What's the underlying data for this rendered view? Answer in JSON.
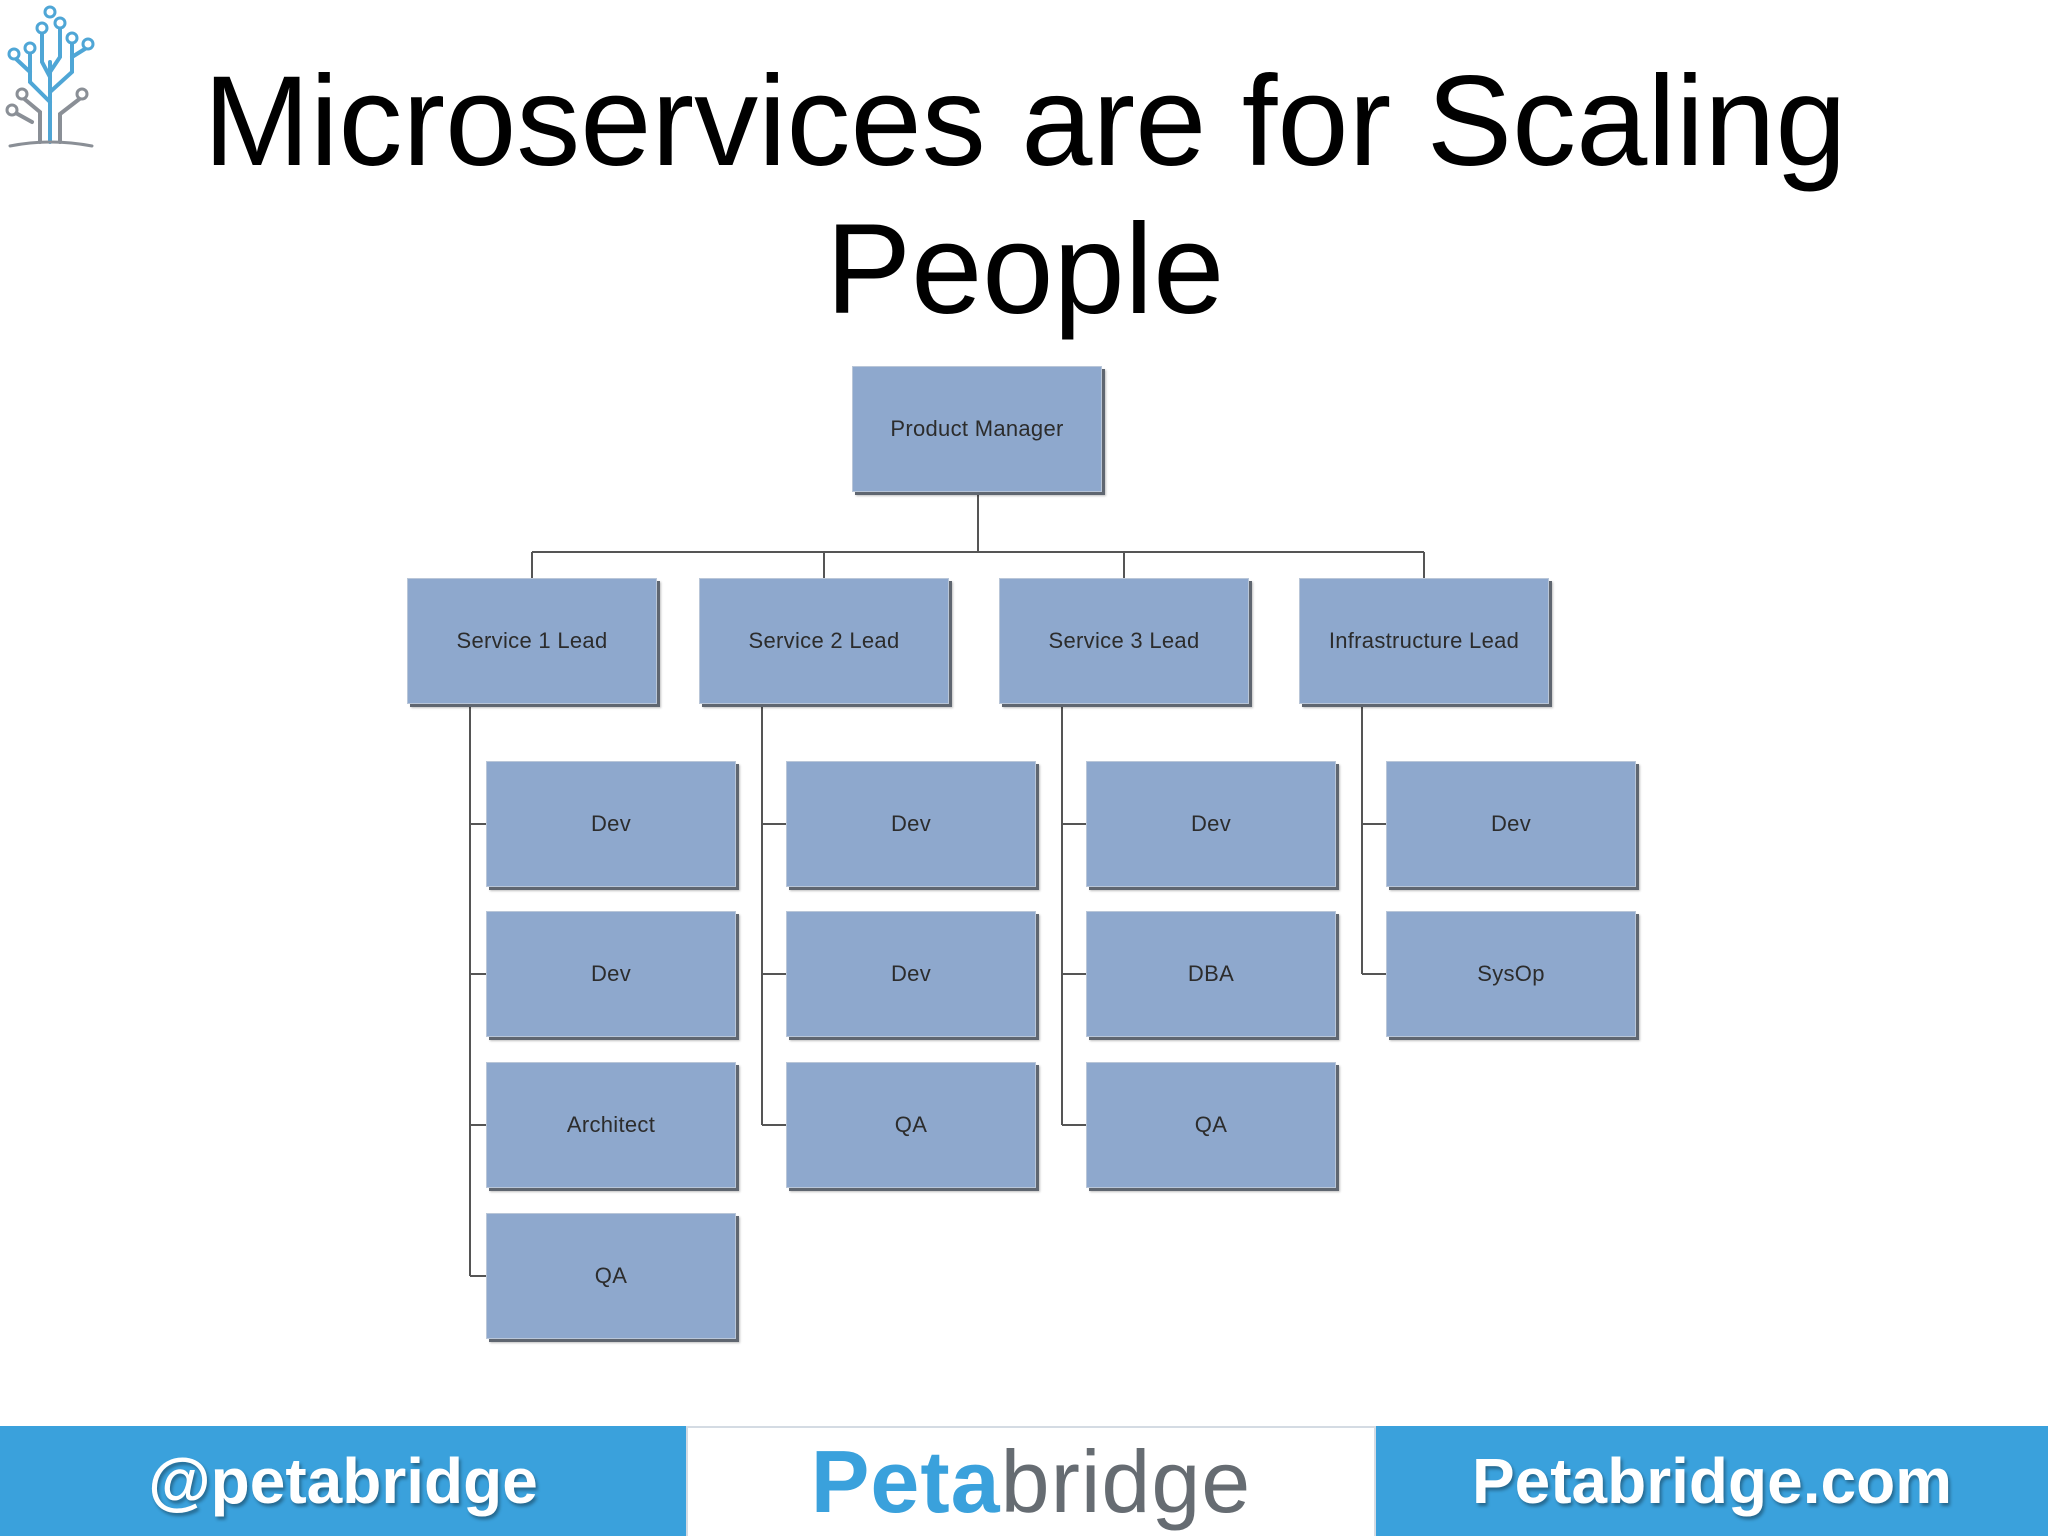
{
  "slide": {
    "title_line1": "Microservices are for Scaling",
    "title_line2": "People"
  },
  "org_chart": {
    "root": "Product Manager",
    "leads": [
      {
        "name": "Service 1 Lead",
        "members": [
          "Dev",
          "Dev",
          "Architect",
          "QA"
        ]
      },
      {
        "name": "Service 2 Lead",
        "members": [
          "Dev",
          "Dev",
          "QA"
        ]
      },
      {
        "name": "Service 3 Lead",
        "members": [
          "Dev",
          "DBA",
          "QA"
        ]
      },
      {
        "name": "Infrastructure Lead",
        "members": [
          "Dev",
          "SysOp"
        ]
      }
    ]
  },
  "footer": {
    "left_handle": "@petabridge",
    "center_brand_bold": "Peta",
    "center_brand_light": "bridge",
    "right_site": "Petabridge.com"
  },
  "colors": {
    "node_fill": "#8ea8cd",
    "footer_blue": "#3aa1dc",
    "connector": "#555555"
  },
  "icons": {
    "logo": "circuit-tree-icon"
  }
}
